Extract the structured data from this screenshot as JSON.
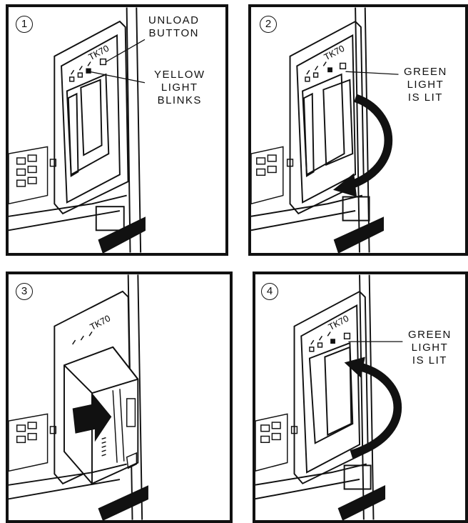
{
  "panels": [
    {
      "step": "1",
      "callouts": [
        {
          "lines": [
            "UNLOAD",
            "BUTTON"
          ]
        },
        {
          "lines": [
            "YELLOW",
            "LIGHT",
            "BLINKS"
          ]
        }
      ]
    },
    {
      "step": "2",
      "callouts": [
        {
          "lines": [
            "GREEN",
            "LIGHT",
            "IS LIT"
          ]
        }
      ]
    },
    {
      "step": "3",
      "callouts": []
    },
    {
      "step": "4",
      "callouts": [
        {
          "lines": [
            "GREEN",
            "LIGHT",
            "IS LIT"
          ]
        }
      ]
    }
  ],
  "drive_label": "TK70",
  "colors": {
    "ink": "#111111",
    "paper": "#ffffff"
  }
}
